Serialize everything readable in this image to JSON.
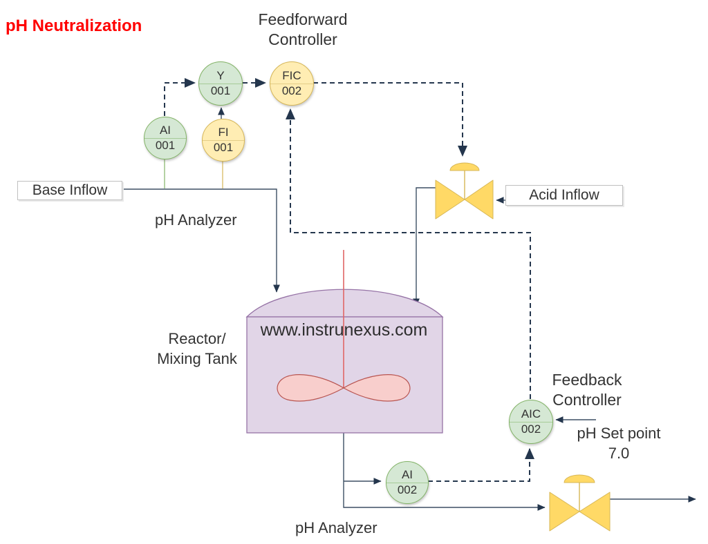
{
  "title": "pH Neutralization",
  "colors": {
    "title_color": "#FF0000",
    "text_color": "#333333",
    "process_line": "#3D4F63",
    "signal_line": "#24364D",
    "green_fill": "#D5E8D4",
    "green_stroke": "#82B366",
    "yellow_fill": "#FFEDB3",
    "yellow_stroke": "#D6B656",
    "valve_fill": "#FFD966",
    "valve_stroke": "#D6B656",
    "tank_fill": "#E1D5E7",
    "tank_stroke": "#9673A6",
    "impeller_fill": "#F8CECC",
    "impeller_stroke": "#B85450",
    "shaft_color": "#E06666",
    "box_border": "#BFBFBF"
  },
  "labels": {
    "feedforward_line1": "Feedforward",
    "feedforward_line2": "Controller",
    "feedback_line1": "Feedback",
    "feedback_line2": "Controller",
    "ph_analyzer_top": "pH Analyzer",
    "ph_analyzer_bottom": "pH Analyzer",
    "reactor_line1": "Reactor/",
    "reactor_line2": "Mixing Tank",
    "setpoint_line1": "pH Set point",
    "setpoint_line2": "7.0",
    "watermark": "www.instrunexus.com"
  },
  "flows": {
    "base_inflow": "Base Inflow",
    "acid_inflow": "Acid Inflow"
  },
  "instruments": {
    "y001": {
      "tag": "Y",
      "num": "001"
    },
    "fic002": {
      "tag": "FIC",
      "num": "002"
    },
    "ai001": {
      "tag": "AI",
      "num": "001"
    },
    "fi001": {
      "tag": "FI",
      "num": "001"
    },
    "aic002": {
      "tag": "AIC",
      "num": "002"
    },
    "ai002": {
      "tag": "AI",
      "num": "002"
    }
  }
}
